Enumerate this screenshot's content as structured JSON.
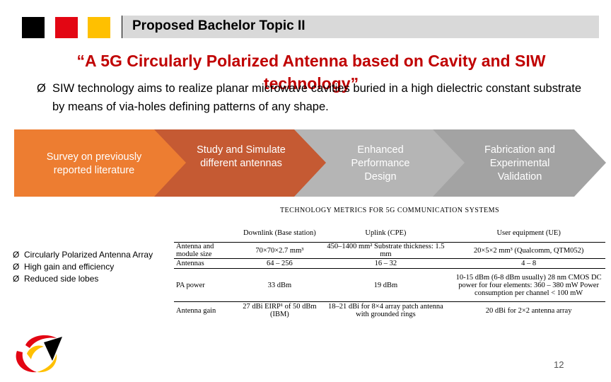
{
  "header": {
    "title": "Proposed Bachelor Topic II"
  },
  "colors": {
    "black_square": "#000000",
    "red_square": "#e30613",
    "yellow_square": "#ffc000",
    "headline": "#c00000",
    "chevron_1": "#ed7d31",
    "chevron_2": "#c55a33",
    "chevron_3": "#b0b0b0",
    "chevron_4": "#a6a6a6"
  },
  "headline": "“A 5G Circularly Polarized Antenna based on Cavity and SIW technology”",
  "bullet": {
    "arrow": "Ø",
    "text": "SIW technology  aims to realize planar microwave cavities buried in a high dielectric constant substrate by means of via-holes defining patterns of any shape."
  },
  "process_steps": [
    {
      "label": "Survey on previously reported literature"
    },
    {
      "label": "Study and Simulate different antennas"
    },
    {
      "label": "Enhanced Performance Design"
    },
    {
      "label": "Fabrication and Experimental Validation"
    }
  ],
  "goals": {
    "arrow": "Ø",
    "items": [
      "Circularly Polarized Antenna Array",
      "High gain and efficiency",
      "Reduced side lobes"
    ]
  },
  "metrics_table": {
    "caption": "TECHNOLOGY METRICS FOR 5G COMMUNICATION SYSTEMS",
    "headers": [
      "",
      "Downlink (Base station)",
      "Uplink (CPE)",
      "User equipment (UE)"
    ],
    "rows": [
      {
        "label": "Antenna and module size",
        "downlink": "70×70×2.7 mm³",
        "uplink": "450–1400 mm² Substrate thickness: 1.5 mm",
        "ue": "20×5×2 mm³ (Qualcomm, QTM052)"
      },
      {
        "label": "Antennas",
        "downlink": "64 – 256",
        "uplink": "16 – 32",
        "ue": "4 – 8"
      },
      {
        "label": "PA power",
        "downlink": "33 dBm",
        "uplink": "19 dBm",
        "ue": "10-15 dBm (6-8 dBm usually) 28 nm CMOS DC power for four elements: 360 – 380 mW Power consumption per channel < 100 mW"
      },
      {
        "label": "Antenna gain",
        "downlink": "27 dBi EIRP¹ of 50 dBm (IBM)",
        "uplink": "18–21 dBi for 8×4 array patch antenna with grounded rings",
        "ue": "20 dBi for 2×2 antenna array"
      }
    ]
  },
  "page_number": "12"
}
